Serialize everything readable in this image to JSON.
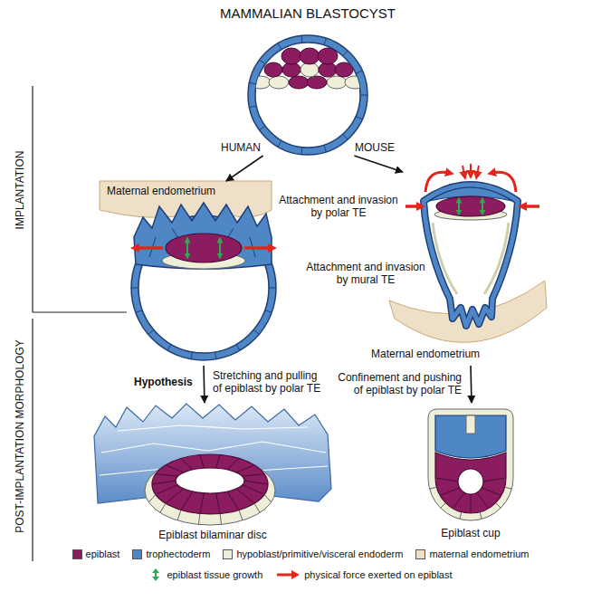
{
  "diagram": {
    "nodes": [
      {
        "text": [
          "MAMMALIAN BLASTOCYST"
        ]
      },
      {
        "text": [
          "Attachment and invasion by polar TE"
        ]
      },
      {
        "text": [
          "Attachment and invasion by mural TE"
        ]
      },
      {
        "text": [
          "Epiblast bilaminar disc"
        ]
      },
      {
        "text": [
          "Epiblast cup"
        ]
      }
    ],
    "edges": [
      {
        "from": 0,
        "to": 1,
        "arrow": "to",
        "label": "HUMAN"
      },
      {
        "from": 0,
        "to": 2,
        "arrow": "to",
        "label": "MOUSE"
      },
      {
        "from": 1,
        "to": 3,
        "arrow": "to",
        "label": "Stretching and pulling of epiblast by polar TE"
      },
      {
        "from": 2,
        "to": 4,
        "arrow": "to",
        "label": "Confinement and pushing of epiblast by polar TE"
      }
    ],
    "labels": [
      "IMPLANTATION",
      "Maternal endometrium",
      "Maternal endometrium",
      "Hypothesis",
      "POST-IMPLANTATION MORPHOLOGY"
    ],
    "legend": [
      {
        "text": "epiblast",
        "color": "#8a1c5f"
      },
      {
        "text": "trophectoderm",
        "color": "#4f86c6"
      },
      {
        "text": "hypoblast/primitive/visceral endoderm",
        "color": "#efefd9"
      },
      {
        "text": "maternal endometrium",
        "color": "#eee0c6"
      },
      {
        "text": "epiblast tissue growth"
      },
      {
        "text": "physical force exerted on epiblast"
      }
    ]
  }
}
